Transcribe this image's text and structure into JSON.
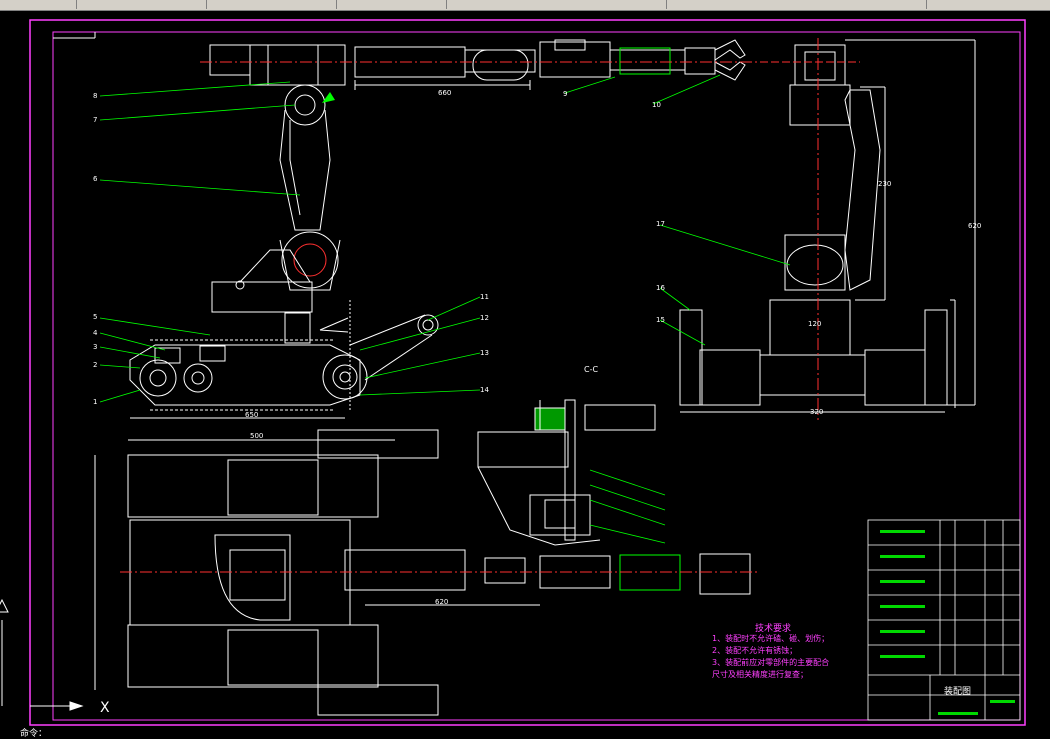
{
  "toolbar": {
    "items": [
      "",
      "",
      "",
      "",
      "",
      ""
    ]
  },
  "drawing": {
    "section_label": "C-C",
    "tech_title": "技术要求",
    "tech_lines": [
      "1、装配时不允许磕、碰、划伤；",
      "2、装配不允许有锈蚀；",
      "3、装配前应对零部件的主要配合",
      "尺寸及相关精度进行复查；"
    ],
    "titleblock_name": "装配图",
    "axis_x": "X",
    "dims": [
      "650",
      "500",
      "660",
      "620",
      "620",
      "320",
      "230",
      "120"
    ],
    "callouts": [
      "1",
      "2",
      "3",
      "4",
      "5",
      "6",
      "7",
      "8",
      "9",
      "10",
      "11",
      "12",
      "13",
      "14",
      "15",
      "16",
      "17"
    ],
    "bottom_text": "命令："
  },
  "colors": {
    "background": "#000000",
    "frame": "#ff40ff",
    "lines": "#ffffff",
    "leader": "#00ff00",
    "center": "#ff3030",
    "highlight": "#00ff00"
  }
}
